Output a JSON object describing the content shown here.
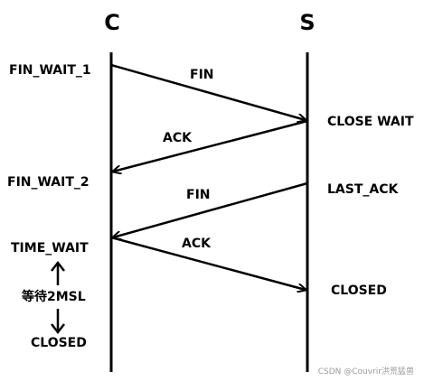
{
  "client": {
    "label": "C"
  },
  "server": {
    "label": "S"
  },
  "client_states": {
    "fin_wait_1": "FIN_WAIT_1",
    "fin_wait_2": "FIN_WAIT_2",
    "time_wait": "TIME_WAIT",
    "wait_2msl": "等待2MSL",
    "closed": "CLOSED"
  },
  "server_states": {
    "close_wait": "CLOSE WAIT",
    "last_ack": "LAST_ACK",
    "closed": "CLOSED"
  },
  "messages": {
    "fin_1": "FIN",
    "ack_1": "ACK",
    "fin_2": "FIN",
    "ack_2": "ACK"
  },
  "watermark": "CSDN @Couvrir洪荒猛兽"
}
